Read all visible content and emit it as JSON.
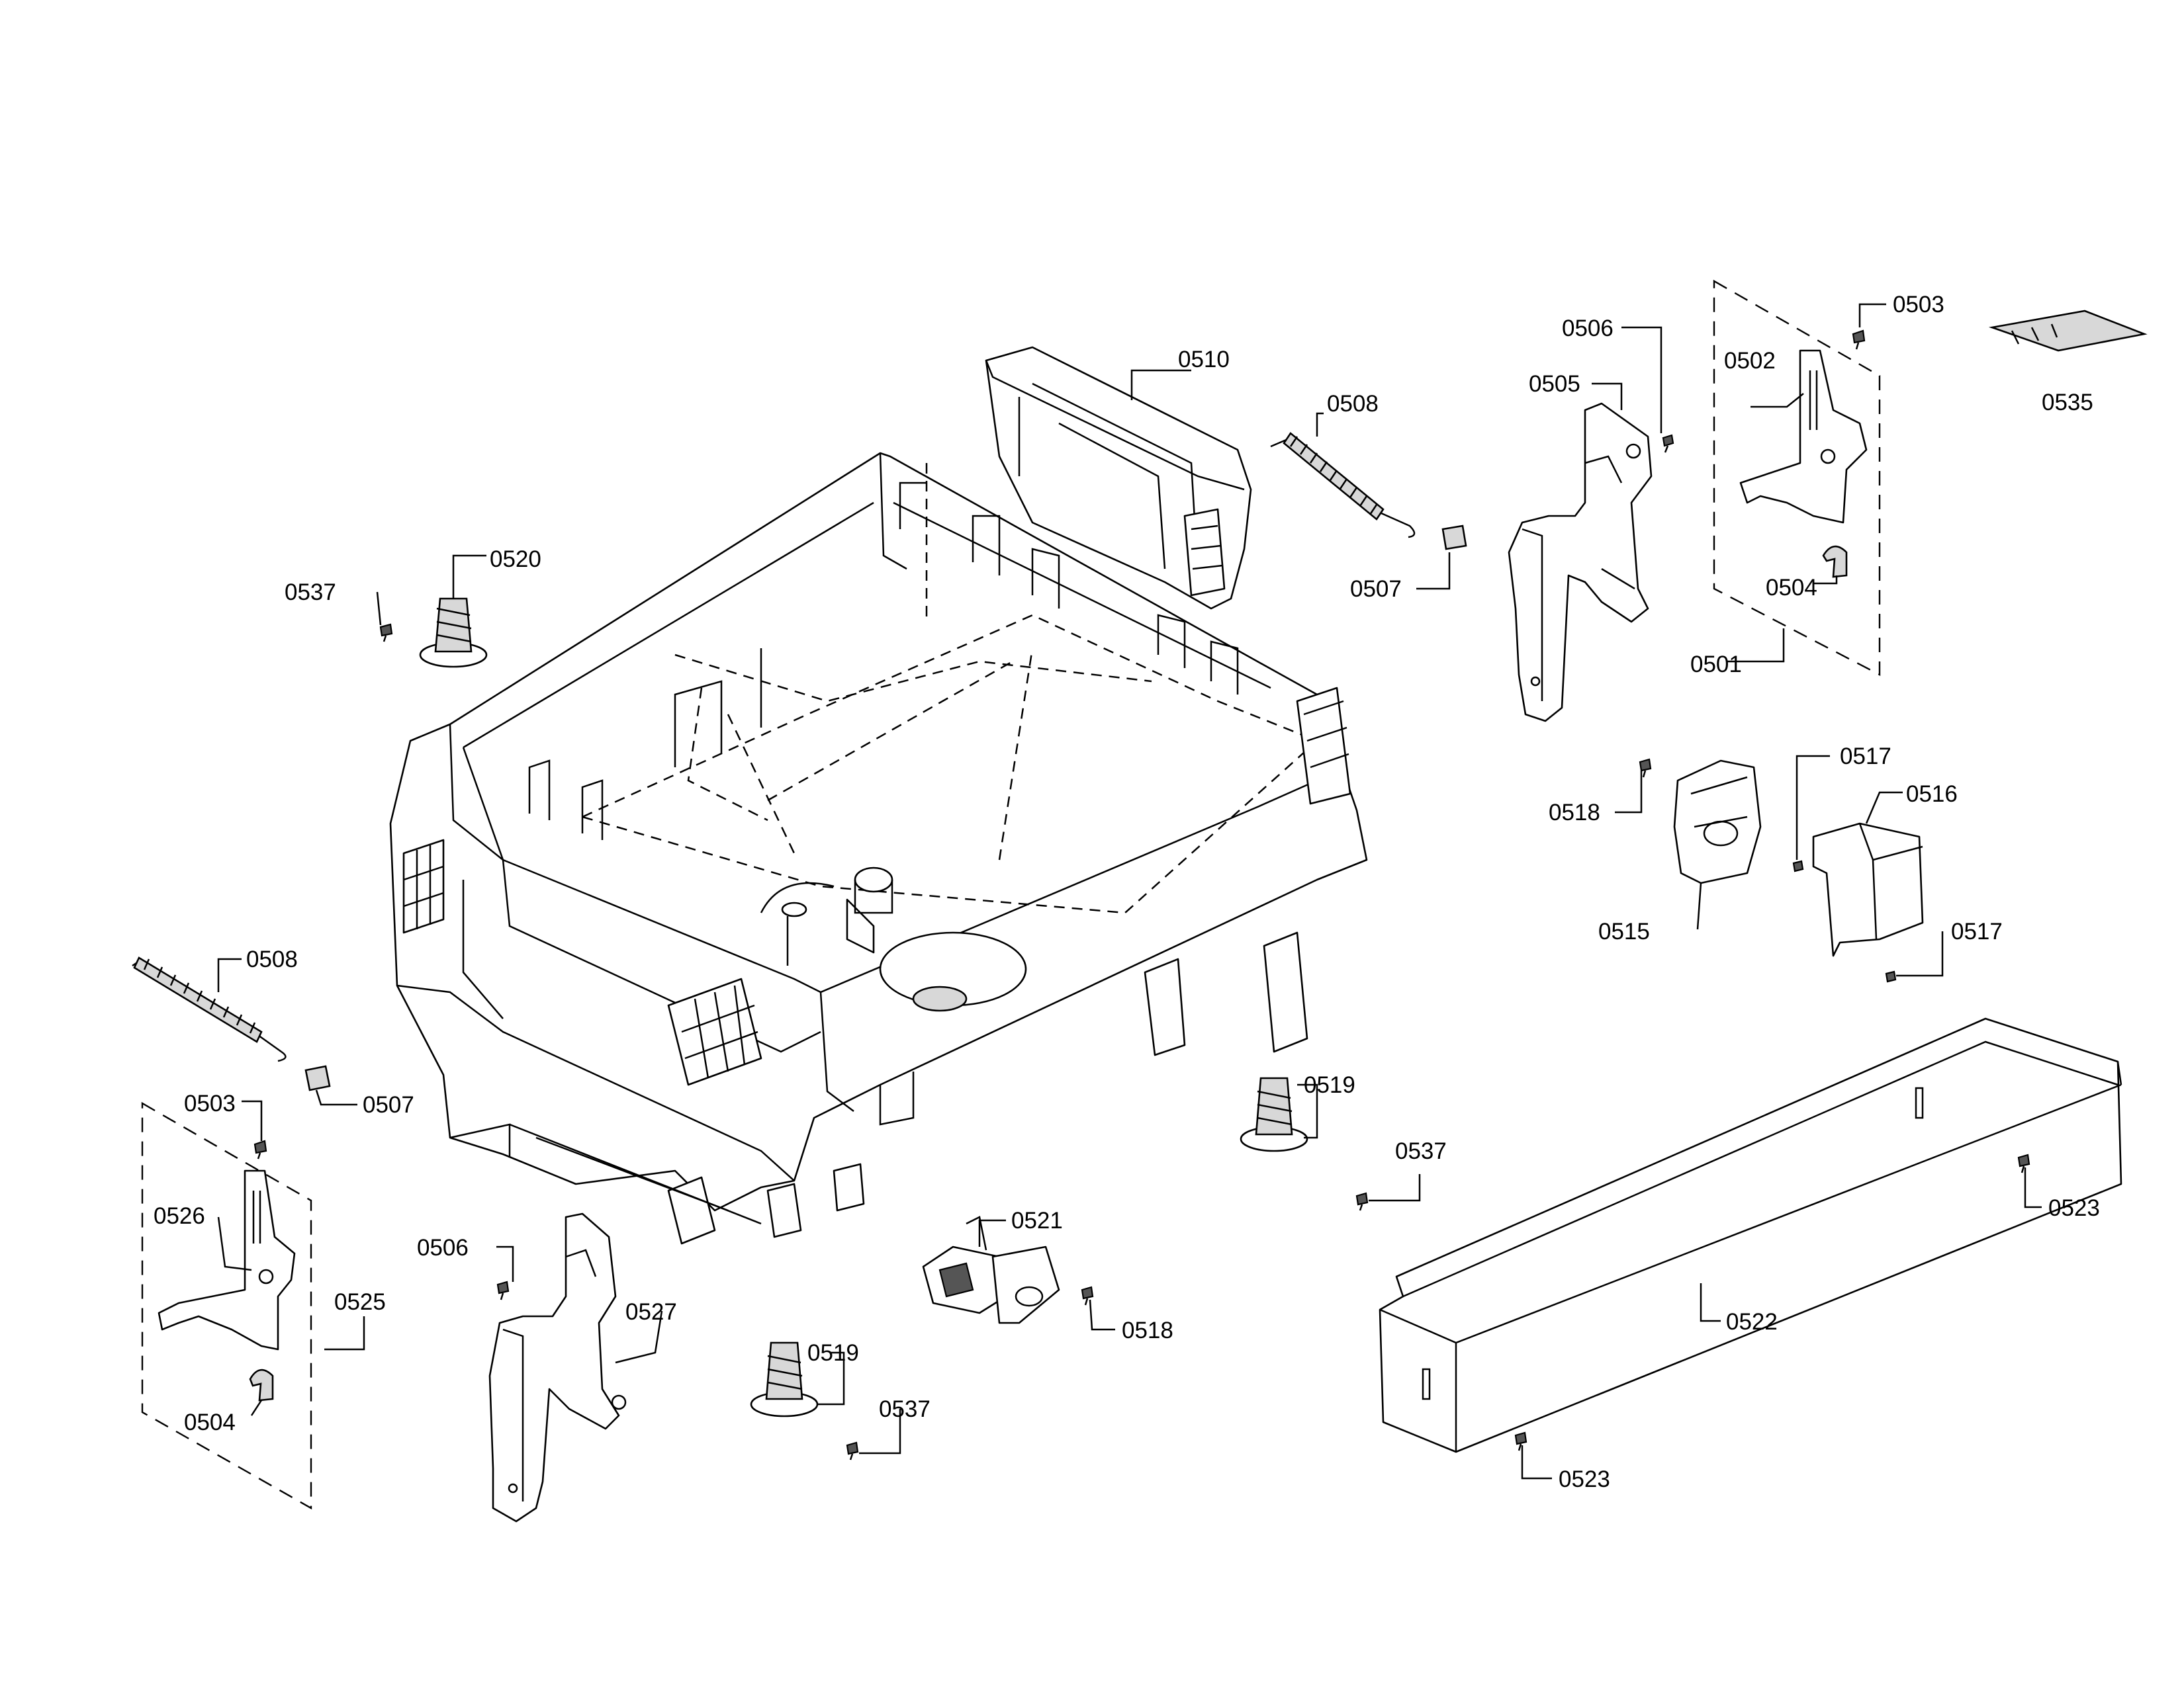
{
  "diagram": {
    "callouts": [
      {
        "id": "c-0510",
        "label": "0510"
      },
      {
        "id": "c-0508-top",
        "label": "0508"
      },
      {
        "id": "c-0507-top",
        "label": "0507"
      },
      {
        "id": "c-0506-top",
        "label": "0506"
      },
      {
        "id": "c-0505",
        "label": "0505"
      },
      {
        "id": "c-0503-top",
        "label": "0503"
      },
      {
        "id": "c-0502",
        "label": "0502"
      },
      {
        "id": "c-0504-top",
        "label": "0504"
      },
      {
        "id": "c-0501",
        "label": "0501"
      },
      {
        "id": "c-0535",
        "label": "0535"
      },
      {
        "id": "c-0537-top",
        "label": "0537"
      },
      {
        "id": "c-0520",
        "label": "0520"
      },
      {
        "id": "c-0518-top",
        "label": "0518"
      },
      {
        "id": "c-0517-top",
        "label": "0517"
      },
      {
        "id": "c-0516",
        "label": "0516"
      },
      {
        "id": "c-0515",
        "label": "0515"
      },
      {
        "id": "c-0517-mid",
        "label": "0517"
      },
      {
        "id": "c-0508-left",
        "label": "0508"
      },
      {
        "id": "c-0507-left",
        "label": "0507"
      },
      {
        "id": "c-0503-left",
        "label": "0503"
      },
      {
        "id": "c-0526",
        "label": "0526"
      },
      {
        "id": "c-0525",
        "label": "0525"
      },
      {
        "id": "c-0504-left",
        "label": "0504"
      },
      {
        "id": "c-0506-left",
        "label": "0506"
      },
      {
        "id": "c-0527",
        "label": "0527"
      },
      {
        "id": "c-0519-mid",
        "label": "0519"
      },
      {
        "id": "c-0537-mid",
        "label": "0537"
      },
      {
        "id": "c-0521",
        "label": "0521"
      },
      {
        "id": "c-0518-mid",
        "label": "0518"
      },
      {
        "id": "c-0519-low",
        "label": "0519"
      },
      {
        "id": "c-0537-low",
        "label": "0537"
      },
      {
        "id": "c-0523-right",
        "label": "0523"
      },
      {
        "id": "c-0522",
        "label": "0522"
      },
      {
        "id": "c-0523-low",
        "label": "0523"
      }
    ]
  }
}
